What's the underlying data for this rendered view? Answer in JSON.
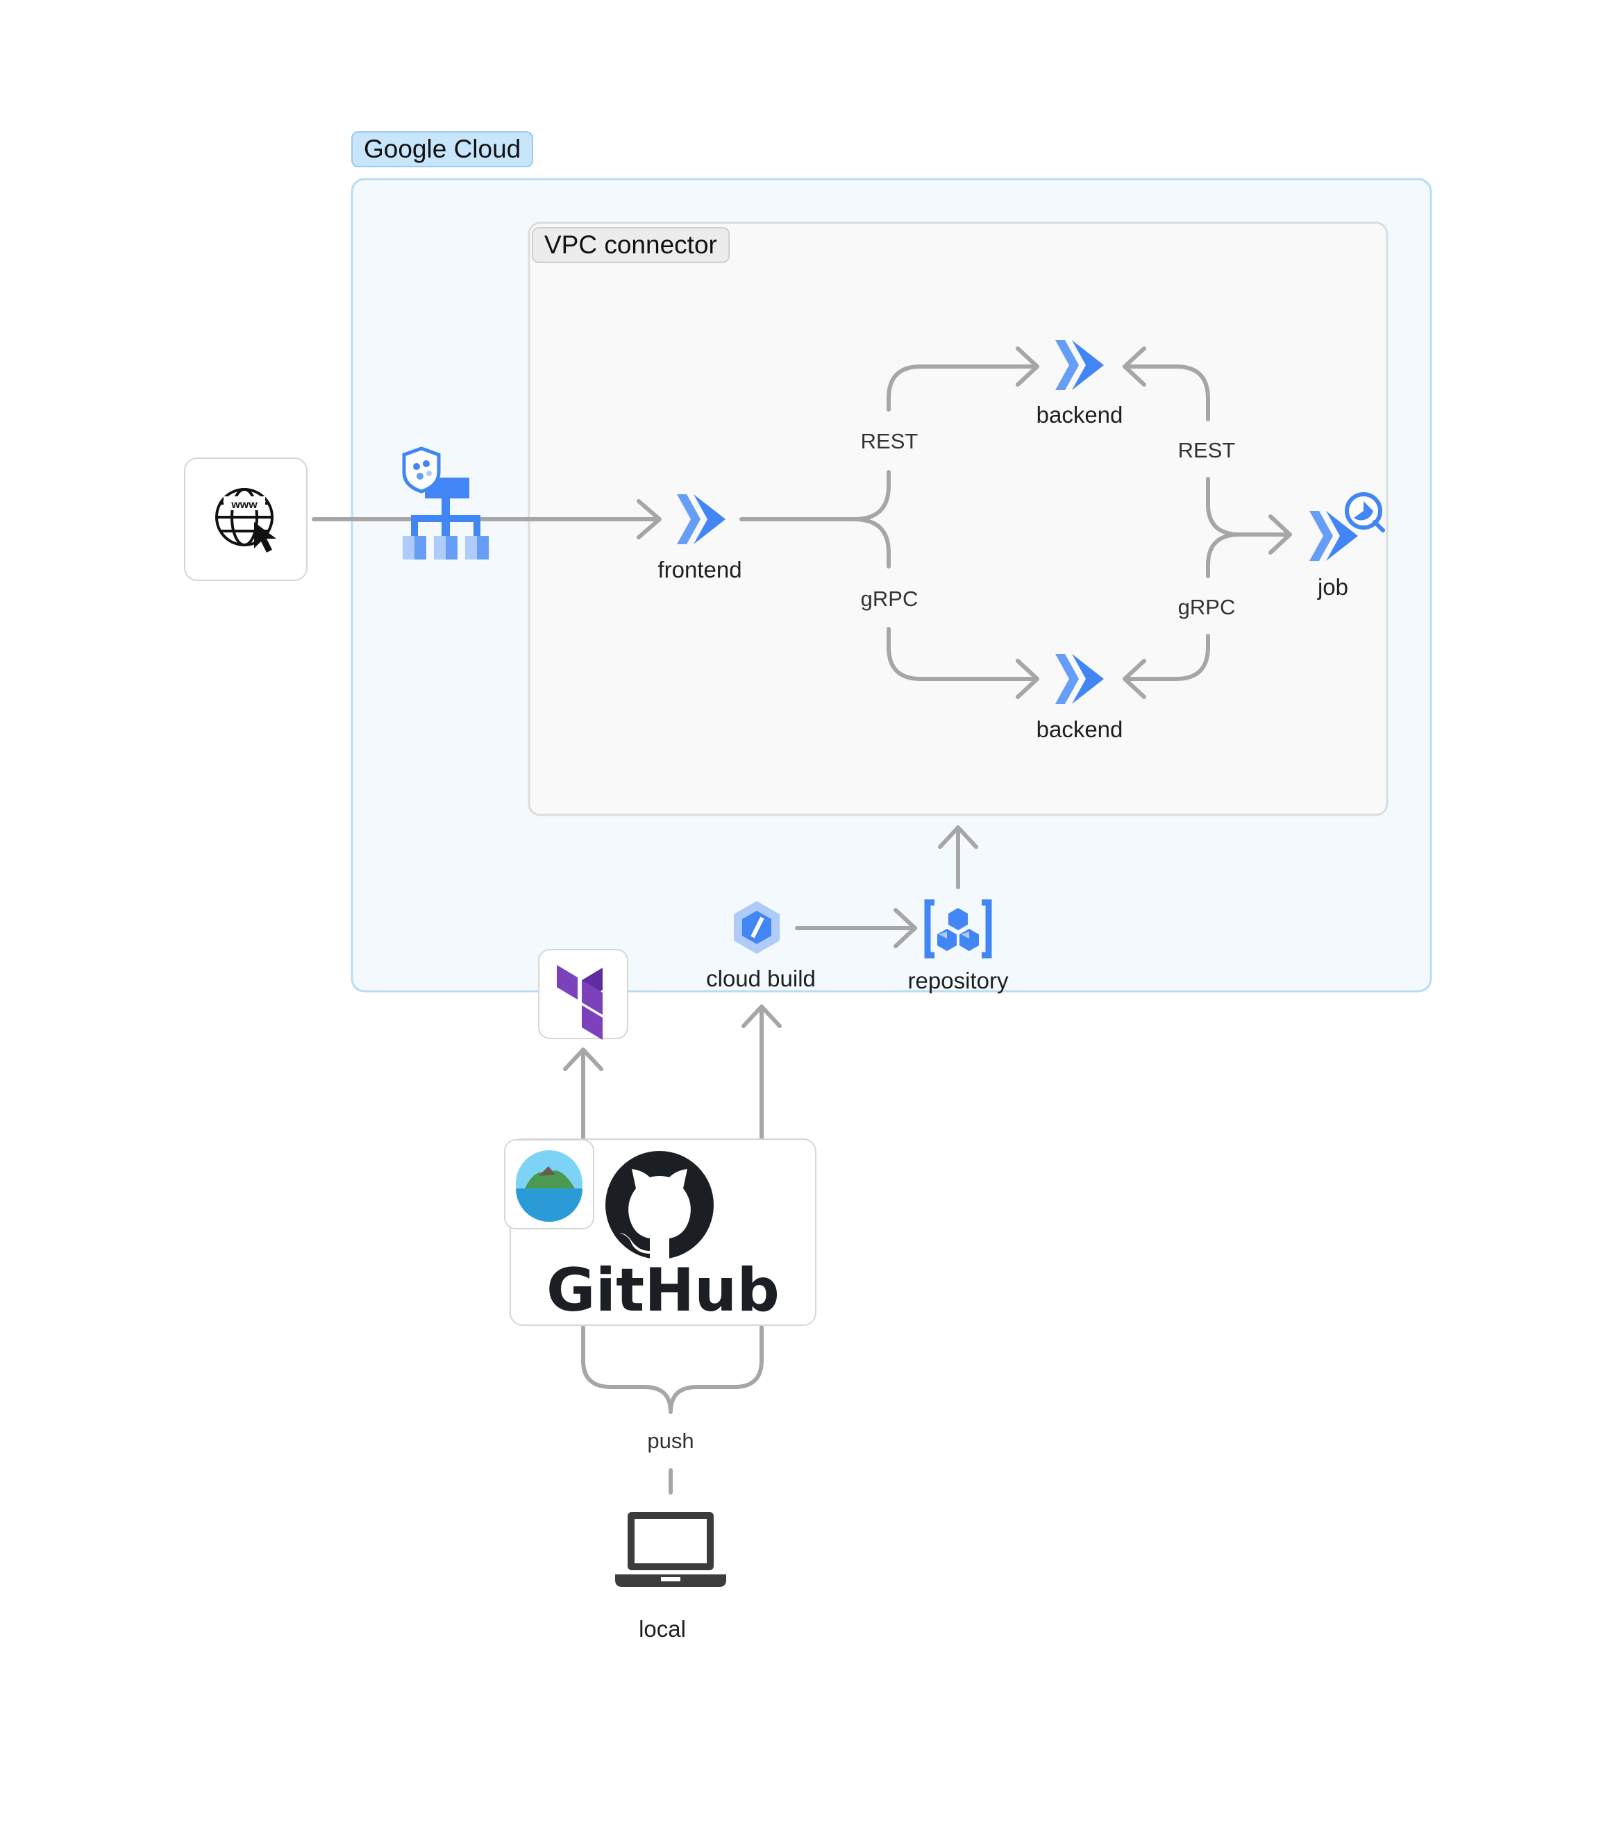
{
  "groups": {
    "google_cloud": "Google Cloud",
    "vpc_connector": "VPC connector"
  },
  "nodes": {
    "frontend": "frontend",
    "backend_rest": "backend",
    "backend_grpc": "backend",
    "job": "job",
    "cloud_build": "cloud build",
    "repository": "repository",
    "local": "local",
    "github": "GitHub"
  },
  "edges": {
    "rest_left": "REST",
    "rest_right": "REST",
    "grpc_left": "gRPC",
    "grpc_right": "gRPC",
    "push": "push"
  },
  "icons": {
    "internet": "www-globe-icon",
    "load_balancer": "load-balancer-icon",
    "cloud_armor": "shield-icon",
    "cloud_run": "cloud-run-icon",
    "cloud_run_job": "cloud-run-job-icon",
    "cloud_build": "cloud-build-icon",
    "artifact_registry": "artifact-registry-icon",
    "terraform": "terraform-icon",
    "island": "island-logo-icon",
    "github": "github-octocat-icon",
    "laptop": "laptop-icon"
  },
  "colors": {
    "gcp_blue": "#4285f4",
    "gcp_light_blue": "#aecbfa",
    "arrow_gray": "#a6a6a6",
    "terraform_purple": "#7b42bc",
    "gc_border": "#b7dcf4",
    "gc_fill": "#f4f9fd"
  }
}
